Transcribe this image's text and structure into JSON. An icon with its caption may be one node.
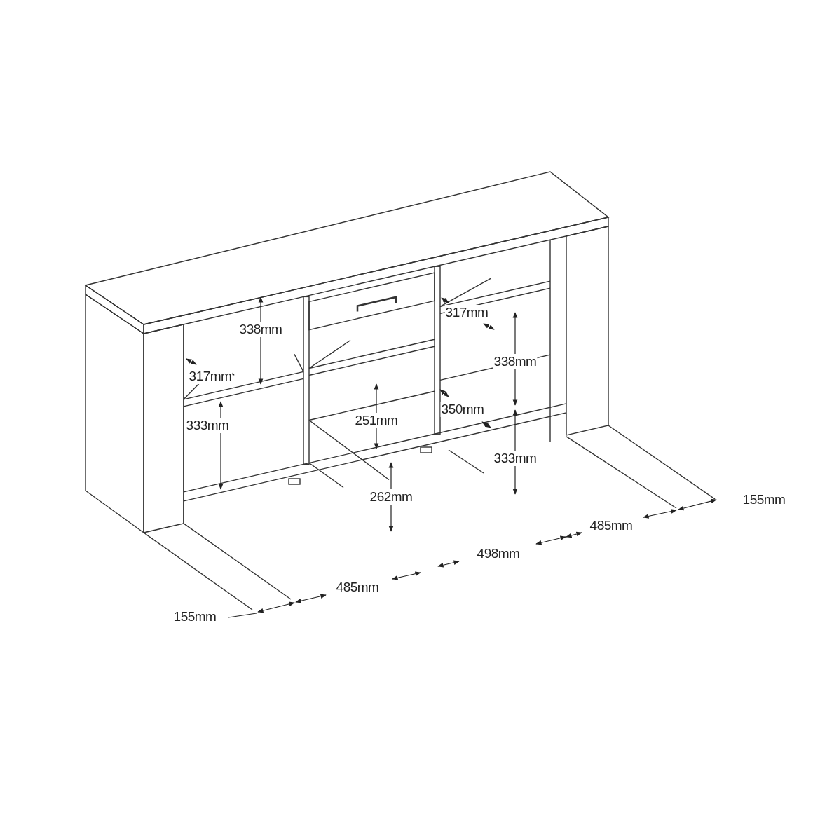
{
  "diagram": {
    "labels": [
      "317mm",
      "338mm",
      "338mm",
      "317mm",
      "350mm",
      "251mm",
      "333mm",
      "333mm",
      "262mm",
      "155mm",
      "485mm",
      "498mm",
      "485mm",
      "155mm"
    ]
  }
}
